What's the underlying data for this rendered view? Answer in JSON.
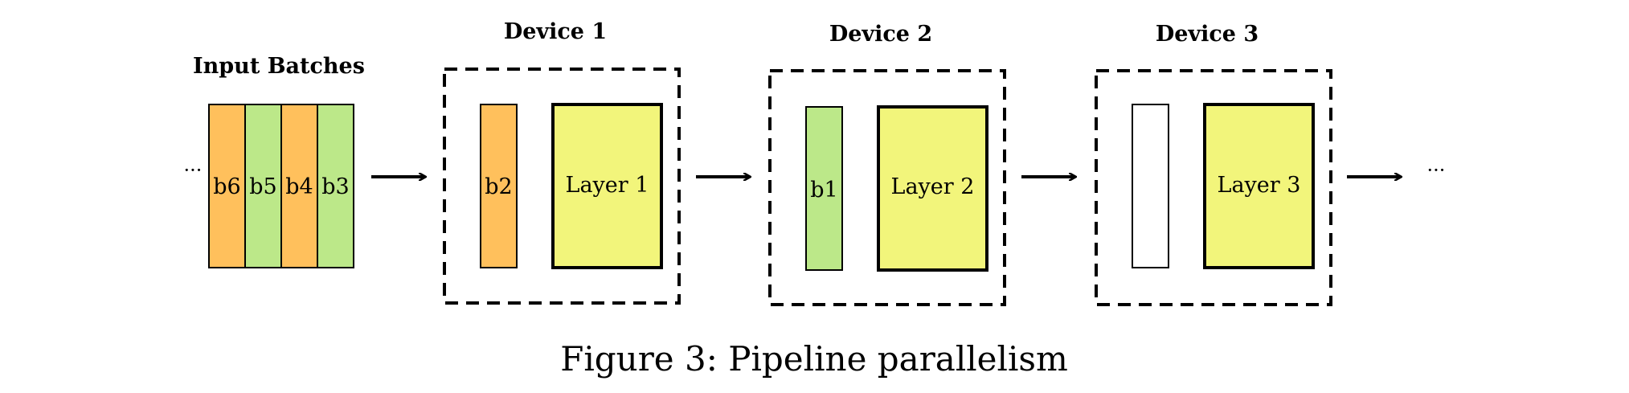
{
  "colors": {
    "orange": "#ffc05c",
    "green": "#bce889",
    "yellow": "#f2f57b",
    "empty": "#ffffff",
    "stroke": "#000000"
  },
  "input": {
    "title": "Input Batches",
    "leading_ellipsis": "···",
    "batches": [
      {
        "label": "b6",
        "color": "orange"
      },
      {
        "label": "b5",
        "color": "green"
      },
      {
        "label": "b4",
        "color": "orange"
      },
      {
        "label": "b3",
        "color": "green"
      }
    ]
  },
  "devices": [
    {
      "title": "Device 1",
      "batch_label": "b2",
      "batch_color": "orange",
      "layer_label": "Layer 1"
    },
    {
      "title": "Device 2",
      "batch_label": "b1",
      "batch_color": "green",
      "layer_label": "Layer 2"
    },
    {
      "title": "Device 3",
      "batch_label": "",
      "batch_color": "empty",
      "layer_label": "Layer 3"
    }
  ],
  "trailing_ellipsis": "···",
  "caption": "Figure 3: Pipeline parallelism"
}
